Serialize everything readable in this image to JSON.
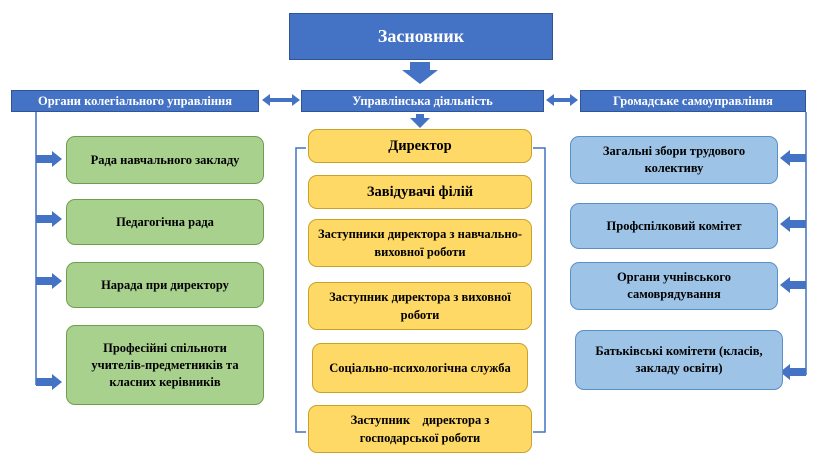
{
  "founder": "Засновник",
  "headers": {
    "left": "Органи колегіального управління",
    "center": "Управлінська діяльність",
    "right": "Громадське самоуправління"
  },
  "collegial_bodies": [
    "Рада навчального закладу",
    "Педагогічна рада",
    "Нарада при директору",
    "Професійні спільноти учителів-предметників та класних керівників"
  ],
  "management": [
    "Директор",
    "Завідувачі філій",
    "Заступники директора з навчально-виховної роботи",
    "Заступник директора з виховної роботи",
    "Соціально-психологічна служба",
    "Заступник    директора з господарської роботи"
  ],
  "self_government": [
    "Загальні збори трудового колективу",
    "Профспілковий комітет",
    "Органи учнівського самоврядування",
    "Батьківські комітети (класів, закладу освіти)"
  ],
  "colors": {
    "header_blue": "#4472c4",
    "collegial_green": "#a9d18e",
    "management_yellow": "#ffd966",
    "self_government_blue": "#9dc3e6"
  }
}
